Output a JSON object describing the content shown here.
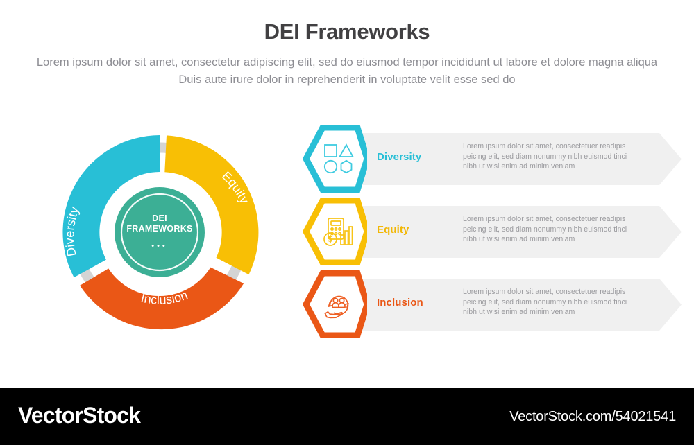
{
  "header": {
    "title": "DEI Frameworks",
    "subtitle": "Lorem ipsum dolor sit amet, consectetur adipiscing elit, sed do eiusmod tempor incididunt ut labore et dolore magna aliqua Duis aute irure dolor in reprehenderit in voluptate velit esse sed do"
  },
  "wheel": {
    "center_line1": "DEI",
    "center_line2": "FRAMEWORKS",
    "center_dots": "•••",
    "center_color": "#3CAF95",
    "track_color": "#d4d4d4",
    "segments": [
      {
        "label": "Diversity",
        "color": "#28bfd6"
      },
      {
        "label": "Equity",
        "color": "#f8bf05"
      },
      {
        "label": "Inclusion",
        "color": "#ea5716"
      }
    ]
  },
  "rows": [
    {
      "title": "Diversity",
      "color": "#28bfd6",
      "icon": "shapes-grid-icon",
      "description": "Lorem ipsum dolor sit amet, consectetuer readipis peicing elit, sed diam nonummy nibh euismod tinci nibh ut wisi enim ad minim veniam"
    },
    {
      "title": "Equity",
      "color": "#f8bf05",
      "icon": "calculator-chart-coin-icon",
      "description": "Lorem ipsum dolor sit amet, consectetuer readipis peicing elit, sed diam nonummy nibh euismod tinci nibh ut wisi enim ad minim veniam"
    },
    {
      "title": "Inclusion",
      "color": "#ea5716",
      "icon": "people-in-hand-icon",
      "description": "Lorem ipsum dolor sit amet, consectetuer readipis peicing elit, sed diam nonummy nibh euismod tinci nibh ut wisi enim ad minim veniam"
    }
  ],
  "footer": {
    "logo": "VectorStock",
    "url": "VectorStock.com/54021541"
  }
}
